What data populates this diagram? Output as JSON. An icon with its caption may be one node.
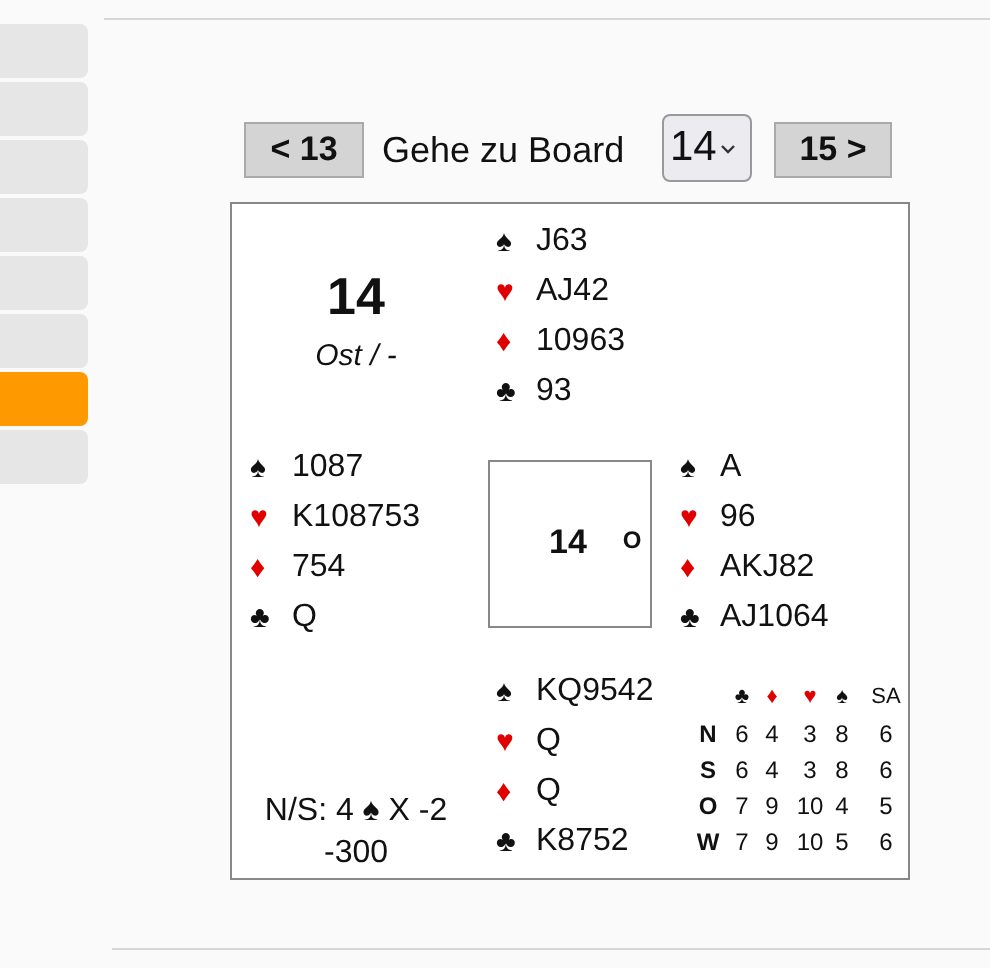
{
  "diagram": {
    "labels": [
      "< 13",
      "Gehe zu Board",
      "14",
      "15 >",
      "14",
      "Ost / -",
      "♠",
      "J63",
      "♥",
      "AJ42",
      "♦",
      "10963",
      "♣",
      "93",
      "♠",
      "1087",
      "♥",
      "K108753",
      "♦",
      "754",
      "♣",
      "Q",
      "14",
      "O",
      "♠",
      "A",
      "♥",
      "96",
      "♦",
      "AKJ82",
      "♣",
      "AJ1064",
      "N/S: 4 ♠ X -2",
      "-300",
      "♠",
      "KQ9542",
      "♥",
      "Q",
      "♦",
      "Q",
      "♣",
      "K8752",
      "♣",
      "♦",
      "♥",
      "♠",
      "SA",
      "N",
      "6",
      "4",
      "3",
      "8",
      "6",
      "S",
      "6",
      "4",
      "3",
      "8",
      "6",
      "O",
      "7",
      "9",
      "10",
      "4",
      "5",
      "W",
      "7",
      "9",
      "10",
      "5",
      "6"
    ]
  }
}
